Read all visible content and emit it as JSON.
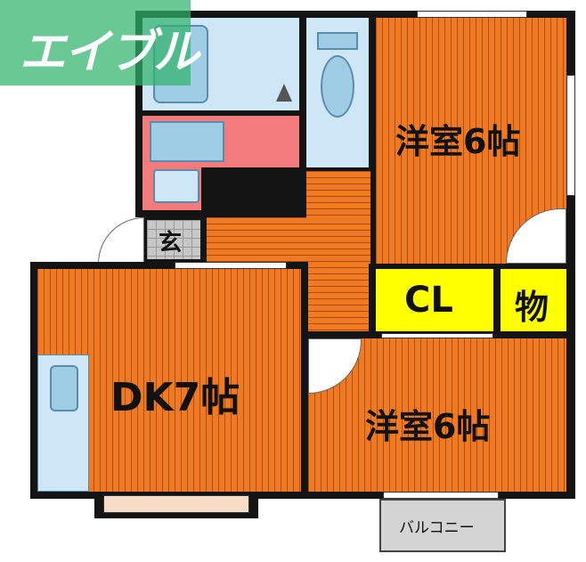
{
  "logo": {
    "text": "エイブル",
    "color": "#2fb36b"
  },
  "rooms": {
    "western_room_top": "洋室6帖",
    "western_room_bottom": "洋室6帖",
    "dk": "DK7帖",
    "closet": "CL",
    "storage": "物",
    "entrance": "玄",
    "balcony": "バルコニー"
  },
  "colors": {
    "floor": "#f07a22",
    "closet": "#ffff00",
    "bath_area": "#cfe6f7",
    "washroom": "#f37b7b",
    "balcony": "#d4d4d4"
  }
}
